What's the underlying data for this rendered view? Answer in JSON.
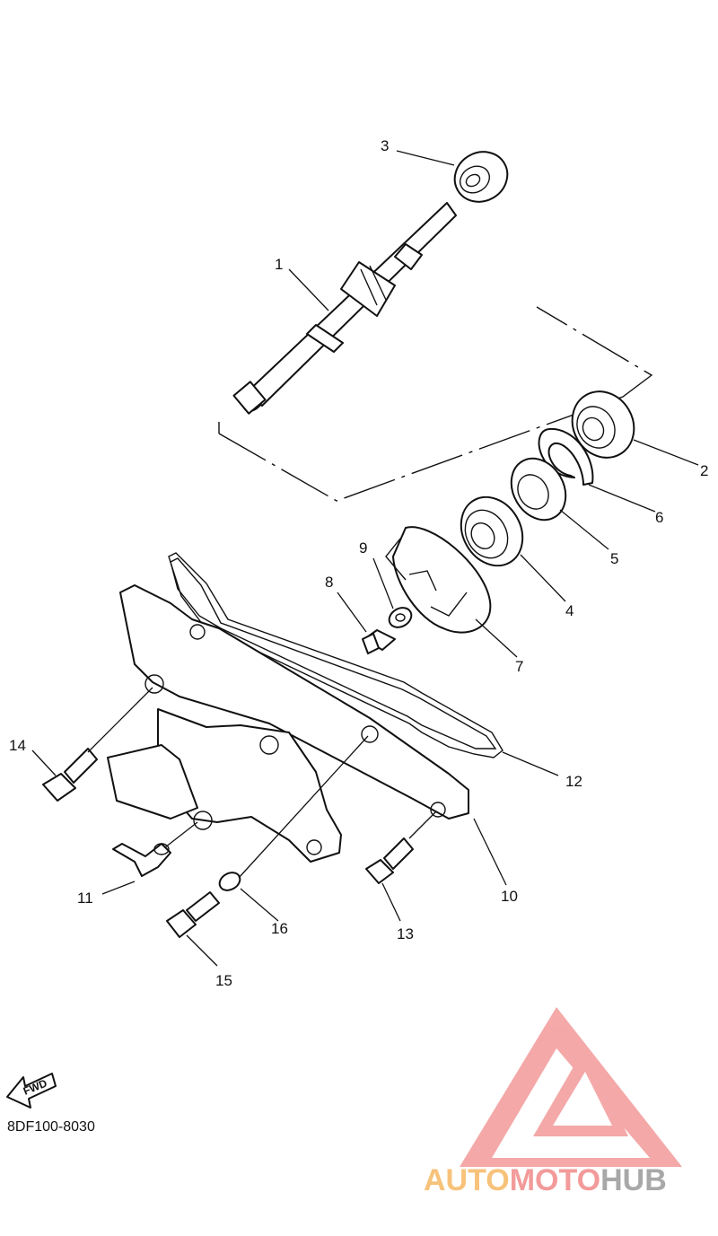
{
  "diagram": {
    "code": "8DF100-8030",
    "fwd_label": "FWD",
    "callouts": [
      "1",
      "2",
      "3",
      "4",
      "5",
      "6",
      "7",
      "8",
      "9",
      "10",
      "11",
      "12",
      "13",
      "14",
      "15",
      "16"
    ]
  },
  "watermark": {
    "part1": "AUTO",
    "part2": "MOTO",
    "part3": "HUB",
    "colors": {
      "auto": "#f7c27a",
      "moto": "#f39a9a",
      "hub": "#a8a8a8",
      "logo": "#f39a9a"
    }
  }
}
